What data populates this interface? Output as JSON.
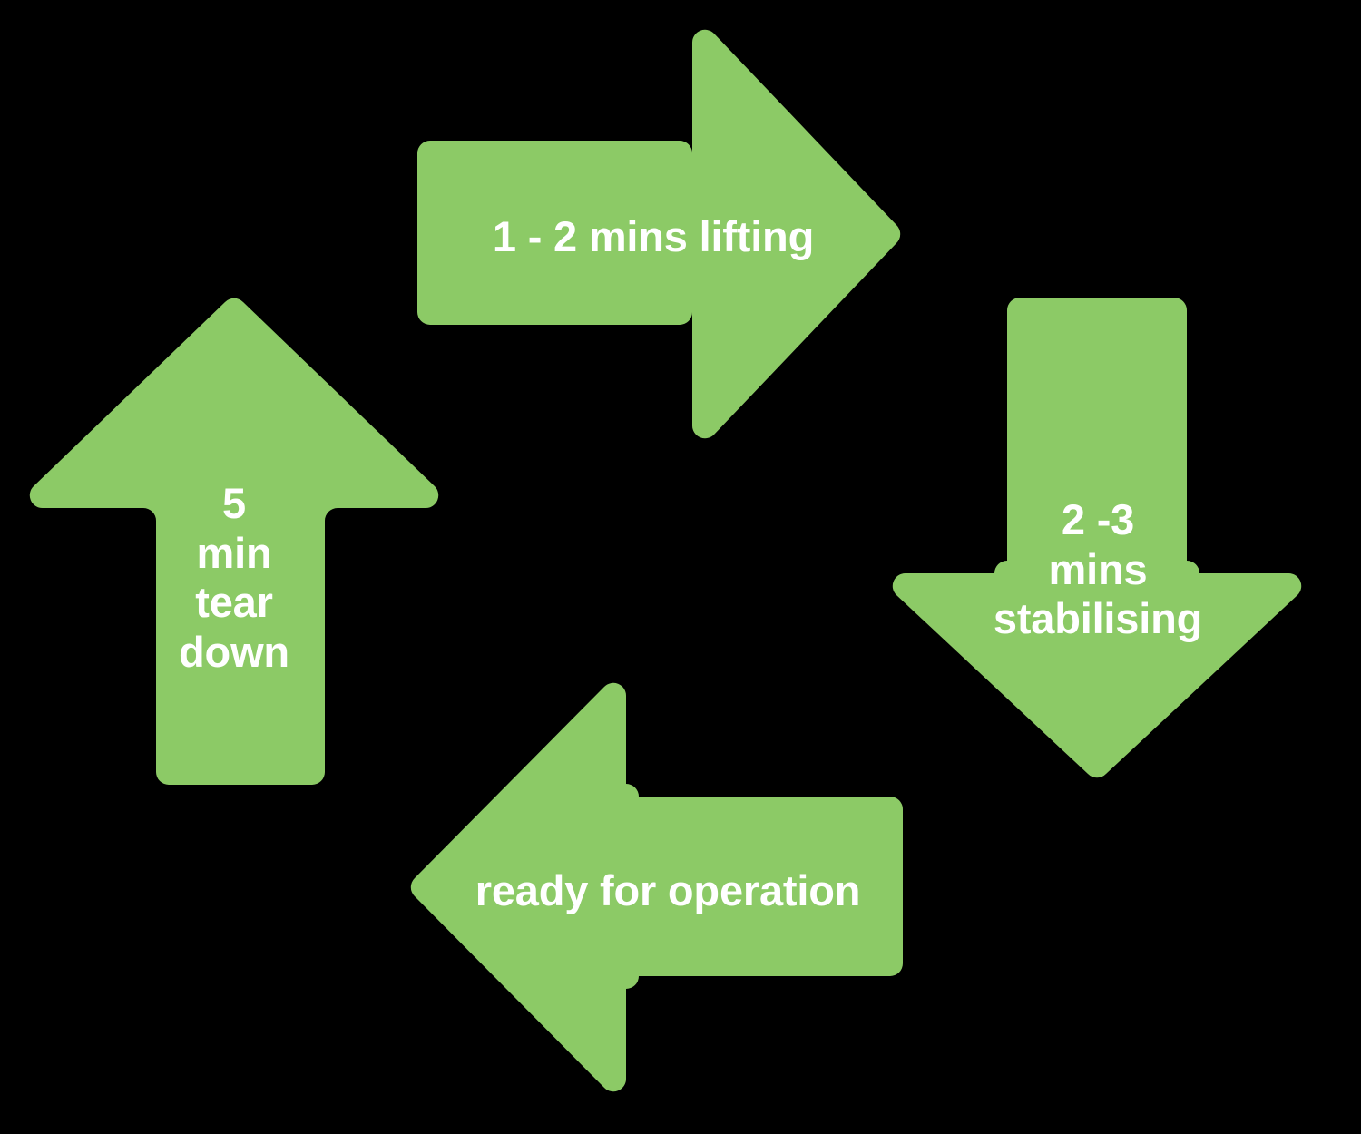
{
  "diagram": {
    "type": "cycle-flow",
    "title": "",
    "background_color": "#000000",
    "arrow_color": "#8CCA66",
    "label_color": "#FFFFFF",
    "steps": [
      {
        "id": "lifting",
        "position": "top",
        "direction": "right",
        "label": "1 - 2 mins lifting",
        "duration_min": 1,
        "duration_max": 2,
        "duration_unit": "mins",
        "activity": "lifting"
      },
      {
        "id": "stabilising",
        "position": "right",
        "direction": "down",
        "label": "2 -3\nmins\nstabilising",
        "duration_min": 2,
        "duration_max": 3,
        "duration_unit": "mins",
        "activity": "stabilising"
      },
      {
        "id": "ready",
        "position": "bottom",
        "direction": "left",
        "label": "ready for operation",
        "duration_min": null,
        "duration_max": null,
        "duration_unit": "",
        "activity": "ready for operation"
      },
      {
        "id": "teardown",
        "position": "left",
        "direction": "up",
        "label": "5\nmin\ntear\ndown",
        "duration_min": 5,
        "duration_max": 5,
        "duration_unit": "min",
        "activity": "tear down"
      }
    ]
  }
}
